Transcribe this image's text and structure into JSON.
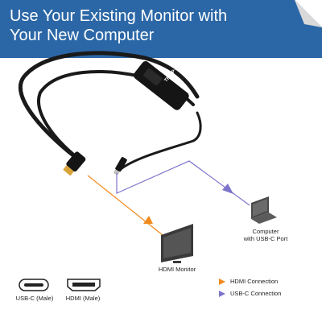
{
  "title": "Use Your Existing Monitor with Your New Computer",
  "brand_logo": "TRIPP·LITE",
  "devices": {
    "monitor_label": "HDMI Monitor",
    "computer_label": "Computer\nwith USB-C Port"
  },
  "connectors": {
    "usbc_label": "USB-C (Male)",
    "hdmi_label": "HDMI (Male)"
  },
  "legend": {
    "hdmi": "HDMI Connection",
    "usbc": "USB-C Connection"
  },
  "colors": {
    "header": "#2b67a6",
    "hdmi_line": "#f08a1c",
    "usbc_line": "#7b74c9",
    "cable": "#1a1a1a"
  }
}
